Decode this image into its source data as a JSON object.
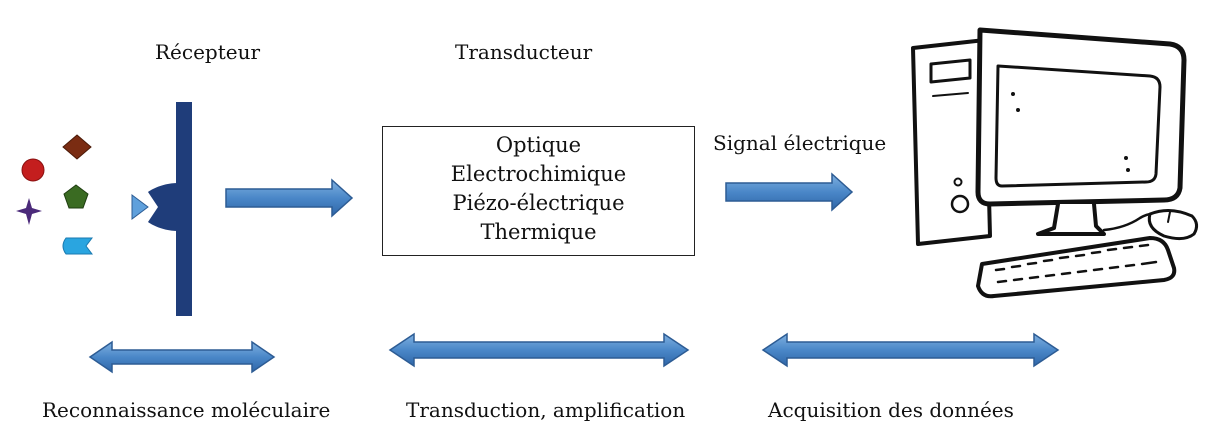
{
  "labels": {
    "receptor": "Récepteur",
    "transducer": "Transducteur",
    "signal": "Signal électrique",
    "recognition": "Reconnaissance moléculaire",
    "transduction": "Transduction, amplification",
    "acquisition": "Acquisition des données"
  },
  "transducer_types": [
    "Optique",
    "Electrochimique",
    "Piézo-électrique",
    "Thermique"
  ],
  "icons": {
    "analytes": [
      "red-circle",
      "brown-diamond",
      "green-pentagon",
      "purple-star",
      "blue-capsule"
    ],
    "receptor": "receptor-bar-icon",
    "computer": "desktop-computer-icon"
  },
  "colors": {
    "arrow_fill": "#4a87c8",
    "arrow_stroke": "#2d5c94",
    "receptor": "#1f3d7a",
    "circle": "#c41e1e",
    "diamond": "#7a2c12",
    "pentagon": "#3a6b22",
    "star": "#4b2a7a",
    "capsule": "#2aa5e0"
  }
}
